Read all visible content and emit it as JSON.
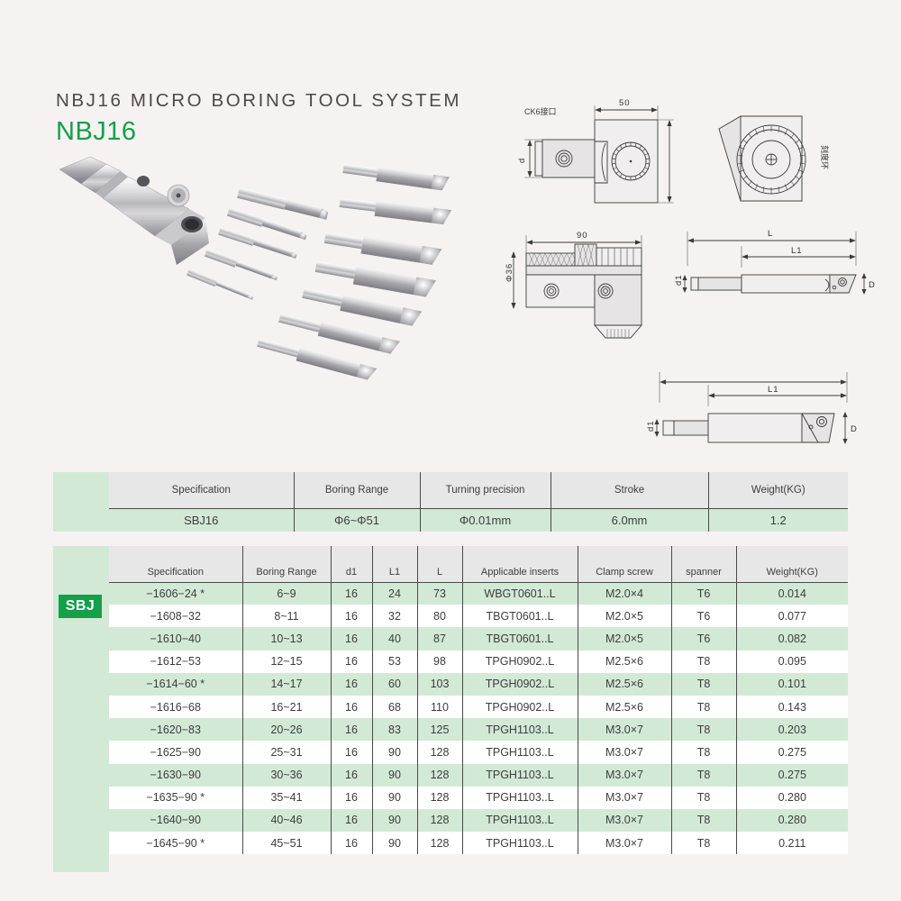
{
  "header": {
    "main_title": "NBJ16 MICRO BORING TOOL SYSTEM",
    "sub_title": "NBJ16",
    "accent_color": "#12a04a",
    "background_color": "#f7f2f2"
  },
  "product_photo": {
    "alt": "NBJ16 micro boring head with set of boring bars"
  },
  "drawings": {
    "interface_label": "CK6接口",
    "dim_width_50": "50",
    "dim_d": "d",
    "graduation_ring_label": "刻度环",
    "dim_length_90": "90",
    "dim_phi36": "Φ36",
    "dim_L": "L",
    "dim_L1": "L1",
    "dim_d1": "d1",
    "dim_D": "D"
  },
  "summary_table": {
    "headers": [
      "Specification",
      "Boring Range",
      "Turning precision",
      "Stroke",
      "Weight(KG)"
    ],
    "row": [
      "SBJ16",
      "Φ6~Φ51",
      "Φ0.01mm",
      "6.0mm",
      "1.2"
    ]
  },
  "series_badge": "SBJ",
  "main_table": {
    "headers": [
      "Specification",
      "Boring Range",
      "d1",
      "L1",
      "L",
      "Applicable inserts",
      "Clamp screw",
      "spanner",
      "Weight(KG)"
    ],
    "rows": [
      [
        "−1606−24 *",
        "6~9",
        "16",
        "24",
        "73",
        "WBGT0601..L",
        "M2.0×4",
        "T6",
        "0.014"
      ],
      [
        "−1608−32",
        "8~11",
        "16",
        "32",
        "80",
        "TBGT0601..L",
        "M2.0×5",
        "T6",
        "0.077"
      ],
      [
        "−1610−40",
        "10~13",
        "16",
        "40",
        "87",
        "TBGT0601..L",
        "M2.0×5",
        "T6",
        "0.082"
      ],
      [
        "−1612−53",
        "12~15",
        "16",
        "53",
        "98",
        "TPGH0902..L",
        "M2.5×6",
        "T8",
        "0.095"
      ],
      [
        "−1614−60 *",
        "14~17",
        "16",
        "60",
        "103",
        "TPGH0902..L",
        "M2.5×6",
        "T8",
        "0.101"
      ],
      [
        "−1616−68",
        "16~21",
        "16",
        "68",
        "110",
        "TPGH0902..L",
        "M2.5×6",
        "T8",
        "0.143"
      ],
      [
        "−1620−83",
        "20~26",
        "16",
        "83",
        "125",
        "TPGH1103..L",
        "M3.0×7",
        "T8",
        "0.203"
      ],
      [
        "−1625−90",
        "25~31",
        "16",
        "90",
        "128",
        "TPGH1103..L",
        "M3.0×7",
        "T8",
        "0.275"
      ],
      [
        "−1630−90",
        "30~36",
        "16",
        "90",
        "128",
        "TPGH1103..L",
        "M3.0×7",
        "T8",
        "0.275"
      ],
      [
        "−1635−90 *",
        "35~41",
        "16",
        "90",
        "128",
        "TPGH1103..L",
        "M3.0×7",
        "T8",
        "0.280"
      ],
      [
        "−1640−90",
        "40~46",
        "16",
        "90",
        "128",
        "TPGH1103..L",
        "M3.0×7",
        "T8",
        "0.280"
      ],
      [
        "−1645−90 *",
        "45~51",
        "16",
        "90",
        "128",
        "TPGH1103..L",
        "M3.0×7",
        "T8",
        "0.211"
      ]
    ]
  }
}
